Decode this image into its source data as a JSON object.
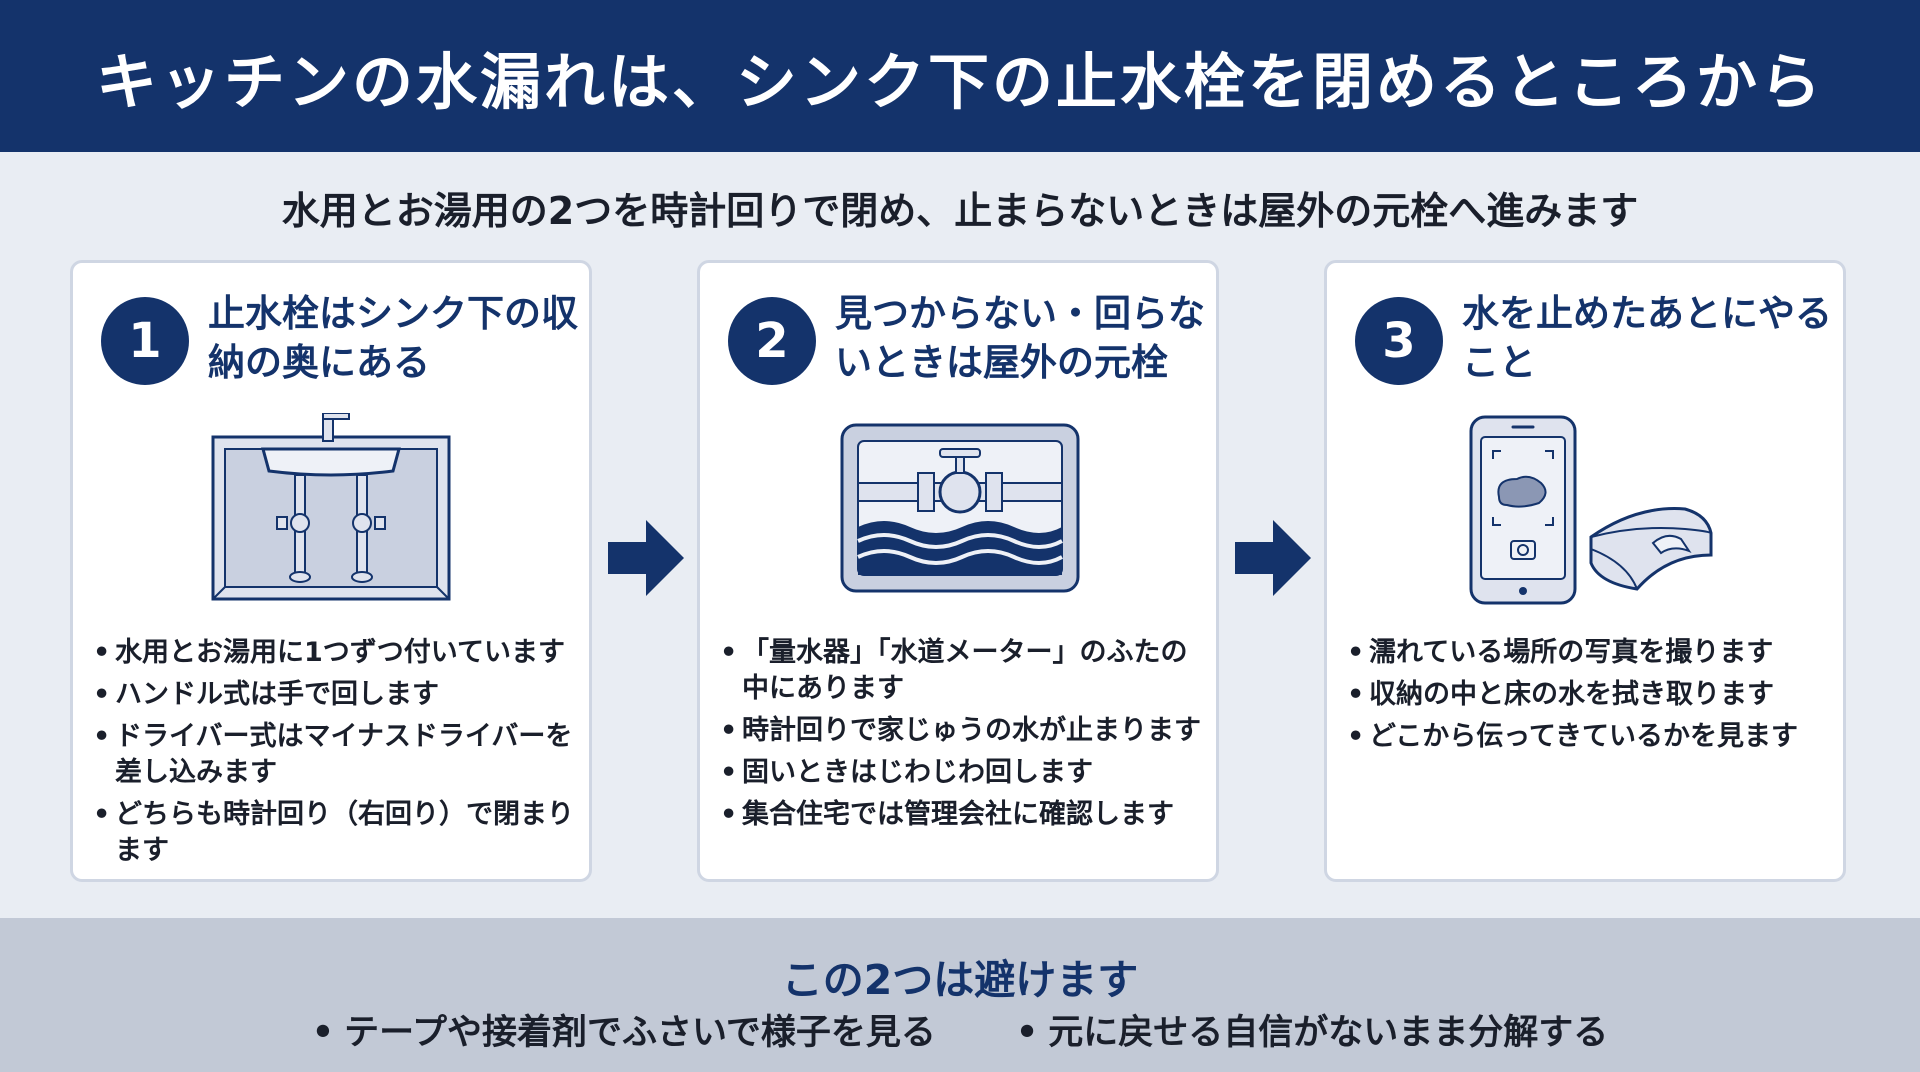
{
  "header": {
    "title": "キッチンの水漏れは、シンク下の止水栓を閉めるところから"
  },
  "subtitle": "水用とお湯用の2つを時計回りで閉め、止まらないときは屋外の元栓へ進みます",
  "cards": [
    {
      "number": "1",
      "title": "止水栓はシンク下の収納の奥にある",
      "icon": "sink-cabinet-icon",
      "bullets": [
        "水用とお湯用に1つずつ付いています",
        "ハンドル式は手で回します",
        "ドライバー式はマイナスドライバーを差し込みます",
        "どちらも時計回り（右回り）で閉まります"
      ]
    },
    {
      "number": "2",
      "title": "見つからない・回らないときは屋外の元栓",
      "icon": "water-meter-box-icon",
      "bullets": [
        "「量水器」「水道メーター」のふたの中にあります",
        "時計回りで家じゅうの水が止まります",
        "固いときはじわじわ回します",
        "集合住宅では管理会社に確認します"
      ]
    },
    {
      "number": "3",
      "title": "水を止めたあとにやること",
      "icon": "smartphone-camera-towel-icon",
      "bullets": [
        "濡れている場所の写真を撮ります",
        "収納の中と床の水を拭き取ります",
        "どこから伝ってきているかを見ます"
      ]
    }
  ],
  "footer": {
    "title": "この2つは避けます",
    "items": [
      "テープや接着剤でふさいで様子を見る",
      "元に戻せる自信がないまま分解する"
    ]
  },
  "colors": {
    "navy": "#14336b",
    "background": "#e9edf3",
    "footer_band": "#c2c9d6",
    "illustration_fill": "#dfe3ee"
  }
}
